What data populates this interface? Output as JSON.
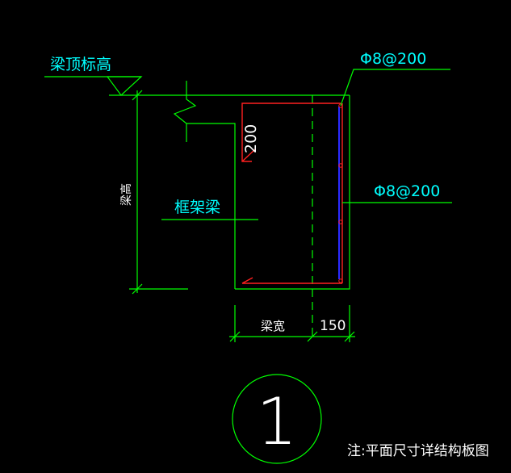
{
  "drawing": {
    "labels": {
      "beam_top_elevation": "梁顶标高",
      "rebar_top": "Φ8@200",
      "rebar_side": "Φ8@200",
      "dim_200": "200",
      "beam_height": "梁高",
      "frame_beam": "框架梁",
      "beam_width": "梁宽",
      "dim_150": "150",
      "detail_number": "1",
      "note": "注:平面尺寸详结构板图"
    },
    "colors": {
      "background": "#000000",
      "linework": "#00ff00",
      "annotation": "#00ffff",
      "rebar_red": "#ff2020",
      "rebar_blue": "#2b2bff",
      "white": "#ffffff"
    }
  }
}
